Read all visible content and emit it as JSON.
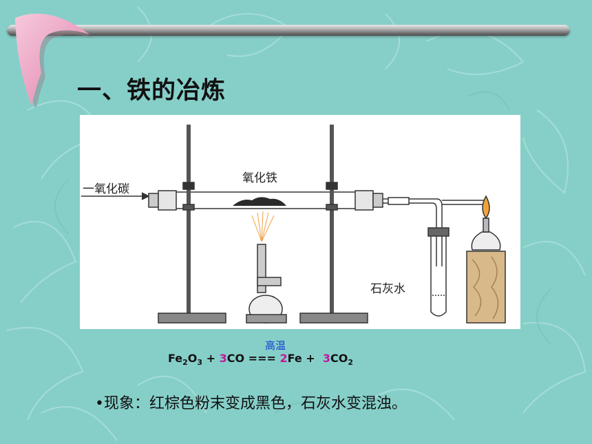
{
  "slide": {
    "title": "一、铁的冶炼",
    "background_color": "#86cfc9",
    "accent_color": "#c21a9a"
  },
  "figure": {
    "labels": {
      "co_inlet": "一氧化碳",
      "iron_oxide": "氧化铁",
      "limewater": "石灰水"
    }
  },
  "equation": {
    "condition": "高温",
    "reactant1": "Fe",
    "reactant1_sub1": "2",
    "reactant1_o": "O",
    "reactant1_sub2": "3",
    "plus1": " + ",
    "coef_co": "3",
    "co": "CO",
    "arrow": " === ",
    "coef_fe": "2",
    "fe": "Fe",
    "plus2": " +  ",
    "coef_co2": "3",
    "co2": "CO",
    "co2_sub": "2"
  },
  "phenomenon": {
    "text": "•现象：红棕色粉末变成黑色，石灰水变混浊。"
  }
}
